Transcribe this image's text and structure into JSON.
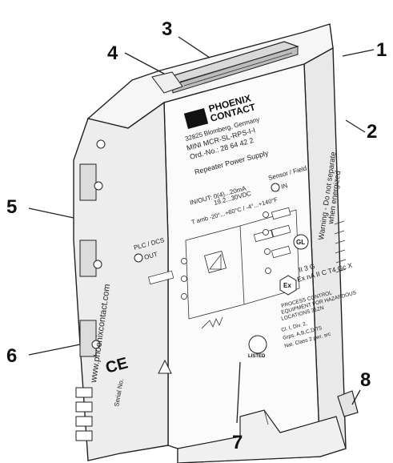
{
  "callouts": [
    {
      "id": "1",
      "text": "1"
    },
    {
      "id": "2",
      "text": "2"
    },
    {
      "id": "3",
      "text": "3"
    },
    {
      "id": "4",
      "text": "4"
    },
    {
      "id": "5",
      "text": "5"
    },
    {
      "id": "6",
      "text": "6"
    },
    {
      "id": "7",
      "text": "7"
    },
    {
      "id": "8",
      "text": "8"
    }
  ],
  "device": {
    "brand_line1": "PHOENIX",
    "brand_line2": "CONTACT",
    "address": "32825 Blomberg, Germany",
    "model": "MINI MCR-SL-RPS-I-I",
    "order_no": "Ord.-No.: 28 64 42 2",
    "description": "Repeater Power Supply",
    "io_line": "IN/OUT:  0(4)...20mA",
    "supply_line": "19.2...30VDC",
    "temp_line": "T amb  -20°...+60°C  /  -4°...+140°F",
    "sensor_label": "Sensor / Field",
    "in_label": "IN",
    "plc_label": "PLC / DCS",
    "out_label": "OUT",
    "warning_line1": "Warning - Do not separate",
    "warning_line2": "when energized",
    "atex_line1": "II 3 G",
    "atex_line2": "Ex nA II C T4 Gc X",
    "process_line1": "PROCESS CONTROL",
    "process_line2": "EQUIPMENT FOR HAZARDOUS",
    "process_line3": "LOCATIONS  31ZN",
    "hazloc_line1": "Cl. I, Div. 2,",
    "hazloc_line2": "Grps. A,B,C,D  T5",
    "hazloc_line3": "Nat. Class 2 pwr. src",
    "website": "www.phoenixcontact.com",
    "serial_label": "Serial No.",
    "ce_mark": "CE",
    "gl_mark": "GL",
    "ul_listed": "LISTED",
    "ex_mark": "Ex"
  }
}
